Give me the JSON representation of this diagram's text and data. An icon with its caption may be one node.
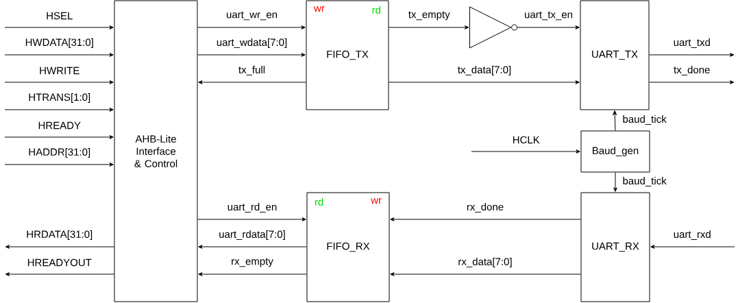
{
  "diagram": {
    "nodes": [
      {
        "text": [
          "AHB-Lite Interface & Control"
        ]
      },
      {
        "text": [
          "wr",
          "rd",
          "FIFO_TX"
        ]
      },
      {
        "text": [],
        "shape": "triangle"
      },
      {
        "text": [
          "UART_TX"
        ]
      },
      {
        "text": [
          "Baud_gen"
        ]
      },
      {
        "text": [
          "rd",
          "wr",
          "FIFO_RX"
        ]
      },
      {
        "text": [
          "UART_RX"
        ]
      }
    ],
    "edges": [
      {
        "from": null,
        "to": 0,
        "arrow": "to",
        "label": "HSEL"
      },
      {
        "from": null,
        "to": 0,
        "arrow": "to",
        "label": "HWDATA[31:0]"
      },
      {
        "from": null,
        "to": 0,
        "arrow": "to",
        "label": "HWRITE"
      },
      {
        "from": null,
        "to": 0,
        "arrow": "to",
        "label": "HTRANS[1:0]"
      },
      {
        "from": null,
        "to": 0,
        "arrow": "to",
        "label": "HREADY"
      },
      {
        "from": null,
        "to": 0,
        "arrow": "to",
        "label": "HADDR[31:0]"
      },
      {
        "from": 0,
        "to": null,
        "arrow": "to",
        "label": "HRDATA[31:0]"
      },
      {
        "from": 0,
        "to": null,
        "arrow": "to",
        "label": "HREADYOUT"
      },
      {
        "from": 0,
        "to": 1,
        "arrow": "to",
        "label": "uart_wr_en"
      },
      {
        "from": 0,
        "to": 1,
        "arrow": "to",
        "label": "uart_wdata[7:0]"
      },
      {
        "from": 1,
        "to": 0,
        "arrow": "to",
        "label": "tx_full"
      },
      {
        "from": 1,
        "to": 2,
        "arrow": "to",
        "label": "tx_empty"
      },
      {
        "from": 2,
        "to": 3,
        "arrow": "to",
        "label": "uart_tx_en"
      },
      {
        "from": 1,
        "to": 3,
        "arrow": "to",
        "label": "tx_data[7:0]"
      },
      {
        "from": 3,
        "to": null,
        "arrow": "to",
        "label": "uart_txd"
      },
      {
        "from": 3,
        "to": null,
        "arrow": "to",
        "label": "tx_done"
      },
      {
        "from": 4,
        "to": 3,
        "arrow": "to",
        "label": "baud_tick"
      },
      {
        "from": null,
        "to": 4,
        "arrow": "to",
        "label": "HCLK"
      },
      {
        "from": 4,
        "to": 6,
        "arrow": "to",
        "label": "baud_tick"
      },
      {
        "from": 0,
        "to": 5,
        "arrow": "to",
        "label": "uart_rd_en"
      },
      {
        "from": 5,
        "to": 0,
        "arrow": "to",
        "label": "uart_rdata[7:0]"
      },
      {
        "from": 5,
        "to": 0,
        "arrow": "to",
        "label": "rx_empty"
      },
      {
        "from": 6,
        "to": 5,
        "arrow": "to",
        "label": "rx_done"
      },
      {
        "from": 6,
        "to": 5,
        "arrow": "to",
        "label": "rx_data[7:0]"
      },
      {
        "from": null,
        "to": 6,
        "arrow": "to",
        "label": "uart_rxd"
      }
    ]
  }
}
